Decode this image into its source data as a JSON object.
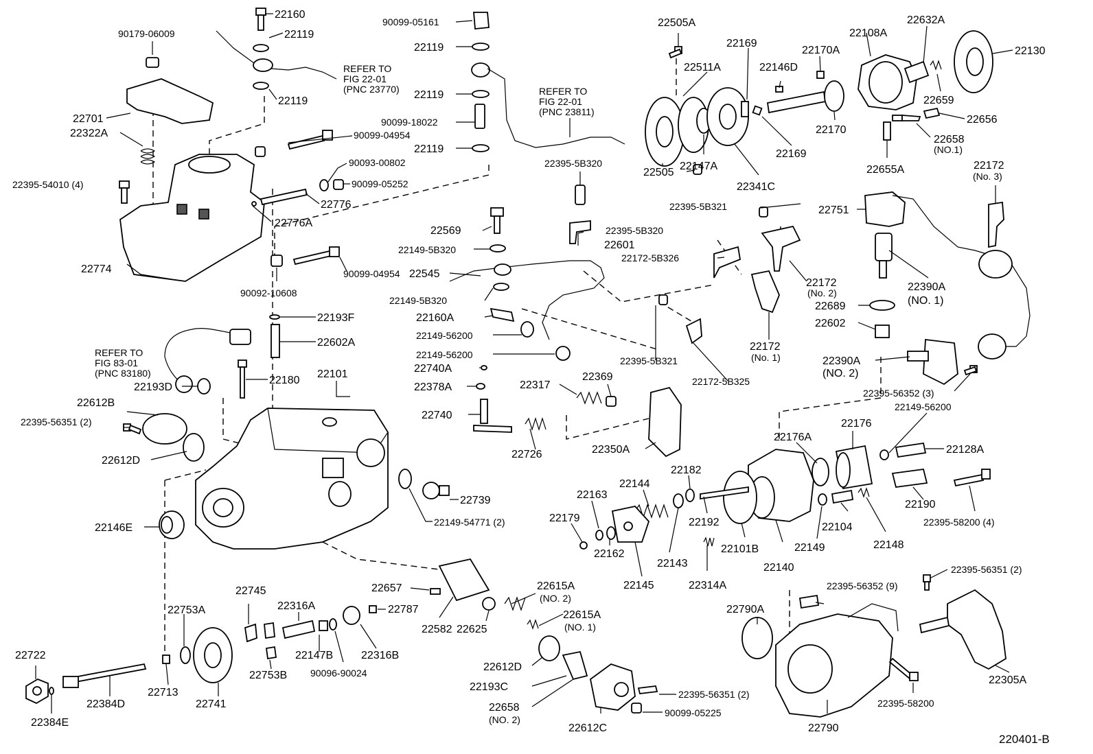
{
  "figure_id": "220401-B",
  "labels": {
    "l22160": "22160",
    "l22119a": "22119",
    "l22119b": "22119",
    "l90179": "90179-06009",
    "l22701": "22701",
    "l22322A": "22322A",
    "l22395_54010": "22395-54010 (4)",
    "l22774": "22774",
    "l90099_04954a": "90099-04954",
    "l90093_00802": "90093-00802",
    "l90099_05252": "90099-05252",
    "l22776": "22776",
    "l22776A": "22776A",
    "l90099_04954b": "90099-04954",
    "l90092_10608": "90092-10608",
    "l22193F": "22193F",
    "l22602A": "22602A",
    "l22180": "22180",
    "l22193D": "22193D",
    "l22101": "22101",
    "l22612B": "22612B",
    "l22395_56351a": "22395-56351 (2)",
    "l22612Da": "22612D",
    "l22146E": "22146E",
    "l22739": "22739",
    "l22149_54771": "22149-54771 (2)",
    "l90099_05161": "90099-05161",
    "l22119c": "22119",
    "l22119d": "22119",
    "l90099_18022": "90099-18022",
    "l22119e": "22119",
    "l22395_5B320a": "22395-5B320",
    "l22569": "22569",
    "l22149_5B320a": "22149-5B320",
    "l22545": "22545",
    "l22149_5B320b": "22149-5B320",
    "l22160A": "22160A",
    "l22149_56200a": "22149-56200",
    "l22149_56200b": "22149-56200",
    "l22740A": "22740A",
    "l22378A": "22378A",
    "l22740": "22740",
    "l22317": "22317",
    "l22369": "22369",
    "l22726": "22726",
    "l22350A": "22350A",
    "l22601": "22601",
    "l22395_5B320b": "22395-5B320",
    "l22395_5B321a": "22395-5B321",
    "l22172_5B326": "22172-5B326",
    "l22172no2": "22172",
    "l22172no2sub": "(No. 2)",
    "l22172no1": "22172",
    "l22172no1sub": "(No. 1)",
    "l22395_5B321b": "22395-5B321",
    "l22172_5B325": "22172-5B325",
    "l22505A": "22505A",
    "l22169a": "22169",
    "l22511A": "22511A",
    "l22146D": "22146D",
    "l22170A": "22170A",
    "l22108A": "22108A",
    "l22632A": "22632A",
    "l22130": "22130",
    "l22659": "22659",
    "l22656": "22656",
    "l22170": "22170",
    "l22169b": "22169",
    "l22658no1": "22658",
    "l22658no1sub": "(NO.1)",
    "l22505": "22505",
    "l22147A": "22147A",
    "l22341C": "22341C",
    "l22655A": "22655A",
    "l22172no3": "22172",
    "l22172no3sub": "(No. 3)",
    "l22751": "22751",
    "l22390A1": "22390A",
    "l22390A1sub": "(NO. 1)",
    "l22689": "22689",
    "l22602": "22602",
    "l22390A2": "22390A",
    "l22390A2sub": "(NO. 2)",
    "l22395_56352a": "22395-56352 (3)",
    "l22149_56200c": "22149-56200",
    "l22176A": "22176A",
    "l22176": "22176",
    "l22128A": "22128A",
    "l22182": "22182",
    "l22144": "22144",
    "l22163": "22163",
    "l22179": "22179",
    "l22192": "22192",
    "l22162": "22162",
    "l22145": "22145",
    "l22143": "22143",
    "l22101B": "22101B",
    "l22140": "22140",
    "l22149": "22149",
    "l22104": "22104",
    "l22148": "22148",
    "l22190": "22190",
    "l22395_58200a": "22395-58200 (4)",
    "l22314A": "22314A",
    "l22657": "22657",
    "l22582": "22582",
    "l22625": "22625",
    "l22615Ano2": "22615A",
    "l22615Ano2sub": "(NO. 2)",
    "l22615Ano1": "22615A",
    "l22615Ano1sub": "(NO. 1)",
    "l22612Db": "22612D",
    "l22193C": "22193C",
    "l22658no2": "22658",
    "l22658no2sub": "(NO. 2)",
    "l22612C": "22612C",
    "l22395_56351b": "22395-56351 (2)",
    "l90099_05225": "90099-05225",
    "l22745": "22745",
    "l22753A": "22753A",
    "l22316A": "22316A",
    "l22787": "22787",
    "l22147B": "22147B",
    "l22316B": "22316B",
    "l22753B": "22753B",
    "l90096_90024": "90096-90024",
    "l22722": "22722",
    "l22384D": "22384D",
    "l22713": "22713",
    "l22741": "22741",
    "l22384E": "22384E",
    "l22790A": "22790A",
    "l22395_56352b": "22395-56352 (9)",
    "l22395_56351c": "22395-56351 (2)",
    "l22395_58200b": "22395-58200",
    "l22790": "22790",
    "l22305A": "22305A"
  },
  "refer_notes": {
    "r1a": "REFER TO",
    "r1b": "FIG 22-01",
    "r1c": "(PNC 23770)",
    "r2a": "REFER TO",
    "r2b": "FIG 22-01",
    "r2c": "(PNC 23811)",
    "r3a": "REFER TO",
    "r3b": "FIG 83-01",
    "r3c": "(PNC 83180)"
  }
}
